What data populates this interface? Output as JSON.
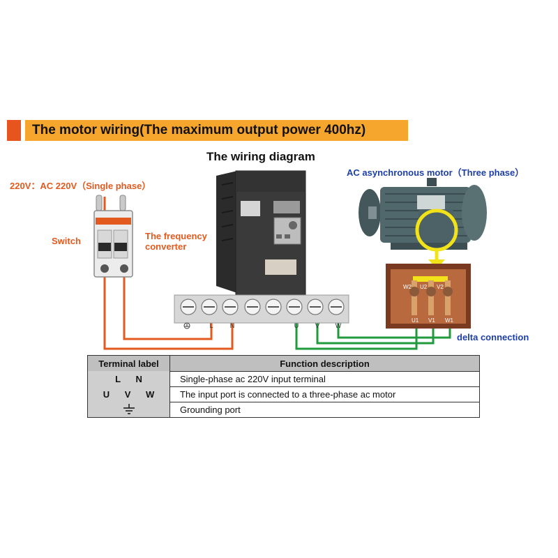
{
  "banner": {
    "title": "The motor wiring(The maximum output power 400hz)"
  },
  "diagram_title": "The wiring diagram",
  "labels": {
    "supply": "220V：AC 220V（Single phase）",
    "switch": "Switch",
    "converter_line1": "The frequency",
    "converter_line2": "converter",
    "motor": "AC asynchronous motor（Three phase）",
    "delta": "delta connection"
  },
  "terminal_strip": {
    "labels": [
      "L",
      "N",
      "U",
      "V",
      "W"
    ]
  },
  "motor_box": {
    "top_labels": [
      "W2",
      "U2",
      "V2"
    ],
    "bottom_labels": [
      "U1",
      "V1",
      "W1"
    ]
  },
  "function_table": {
    "headers": [
      "Terminal label",
      "Function description"
    ],
    "rows": [
      {
        "label": "L   N",
        "description": "Single-phase ac 220V input terminal"
      },
      {
        "label": "U   V   W",
        "description": "The input port is connected to a three-phase ac motor"
      },
      {
        "label": "",
        "description": "Grounding port"
      }
    ]
  },
  "colors": {
    "banner_accent": "#e8541e",
    "banner_bar": "#f6a62d",
    "supply_wire": "#e35a1f",
    "motor_wire": "#1f9a3c",
    "highlight": "#f2e21a",
    "label_orange": "#e35a1f",
    "label_blue": "#1d3fa6"
  }
}
